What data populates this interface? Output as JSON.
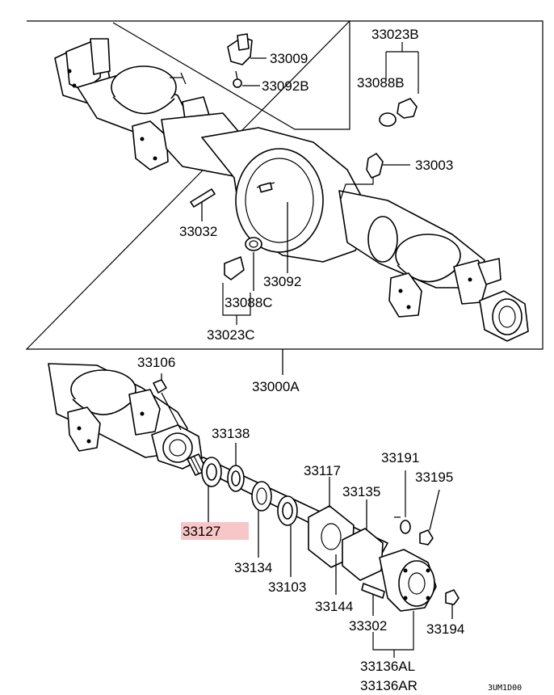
{
  "diagram": {
    "highlight_color": "#f7c6c6",
    "labels": {
      "p33009": "33009",
      "p33092b": "33092B",
      "p33023b": "33023B",
      "p33088b": "33088B",
      "p33003": "33003",
      "p33032": "33032",
      "p33092": "33092",
      "p33088c": "33088C",
      "p33023c": "33023C",
      "p33000a": "33000A",
      "p33106": "33106",
      "p33138": "33138",
      "p33127": "33127",
      "p33117": "33117",
      "p33191": "33191",
      "p33195": "33195",
      "p33135": "33135",
      "p33134": "33134",
      "p33103": "33103",
      "p33144": "33144",
      "p33302": "33302",
      "p33194": "33194",
      "p33136al": "33136AL",
      "p33136ar": "33136AR"
    },
    "figure_code": "3UM1D00"
  }
}
